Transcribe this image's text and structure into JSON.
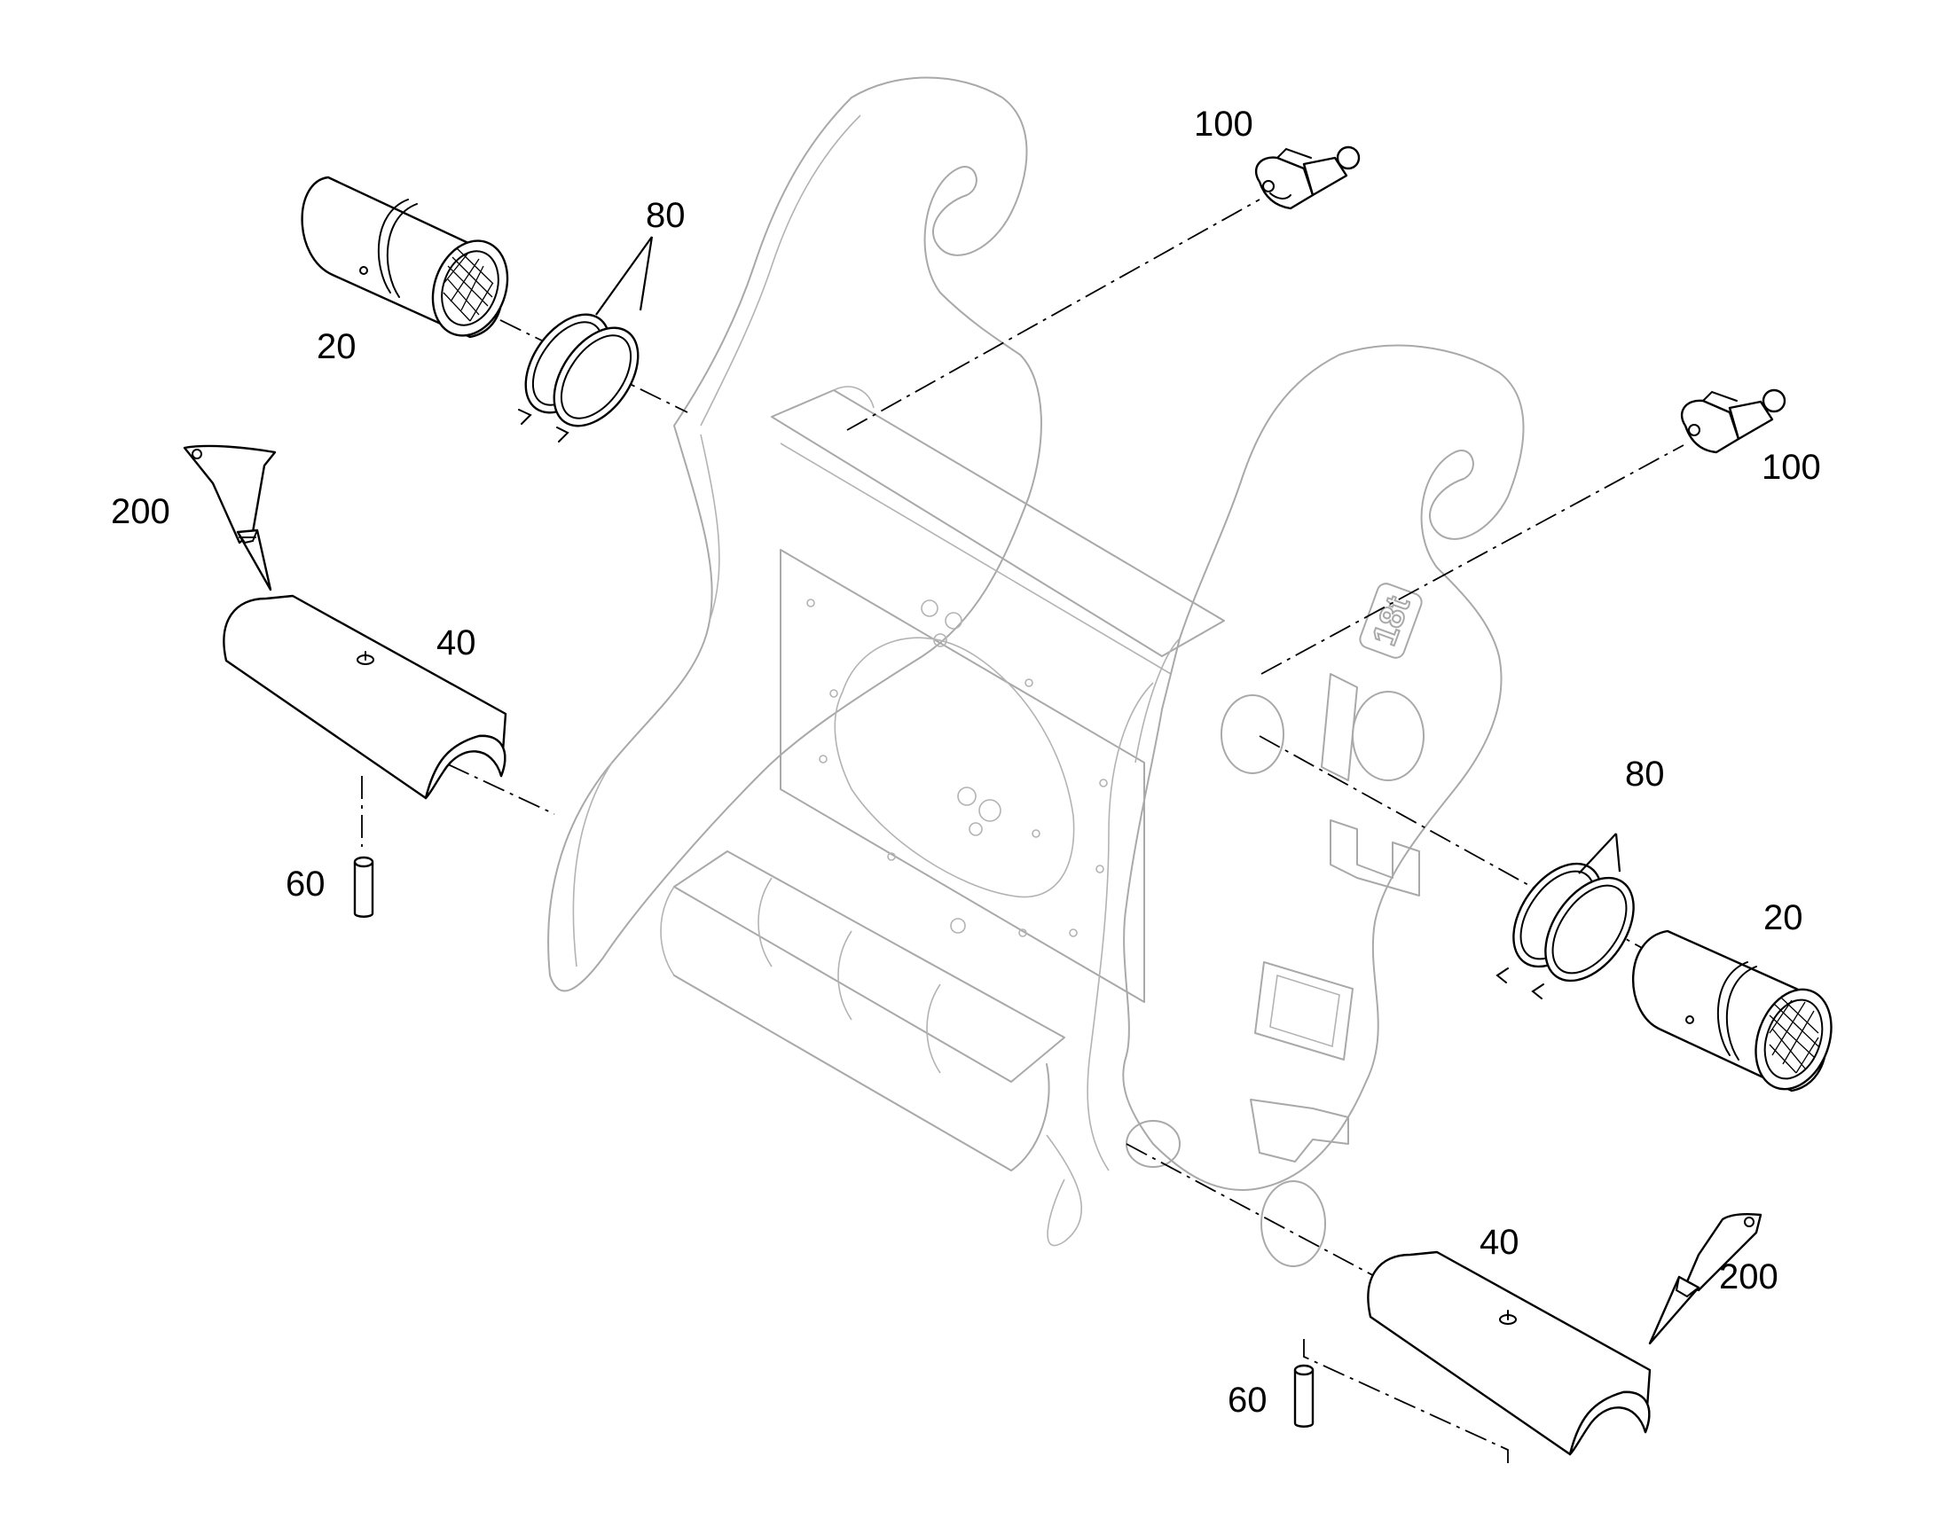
{
  "diagram": {
    "callouts": {
      "p100_top": "100",
      "p80_top": "80",
      "p20_top": "20",
      "p200_left": "200",
      "p40_left": "40",
      "p60_left": "60",
      "p100_right": "100",
      "p80_right": "80",
      "p20_right": "20",
      "p40_right": "40",
      "p200_right": "200",
      "p60_right": "60"
    },
    "stamp": "18t",
    "colors": {
      "frame_outline": "#a9a9a9",
      "part_outline": "#000000",
      "background": "#ffffff"
    }
  }
}
